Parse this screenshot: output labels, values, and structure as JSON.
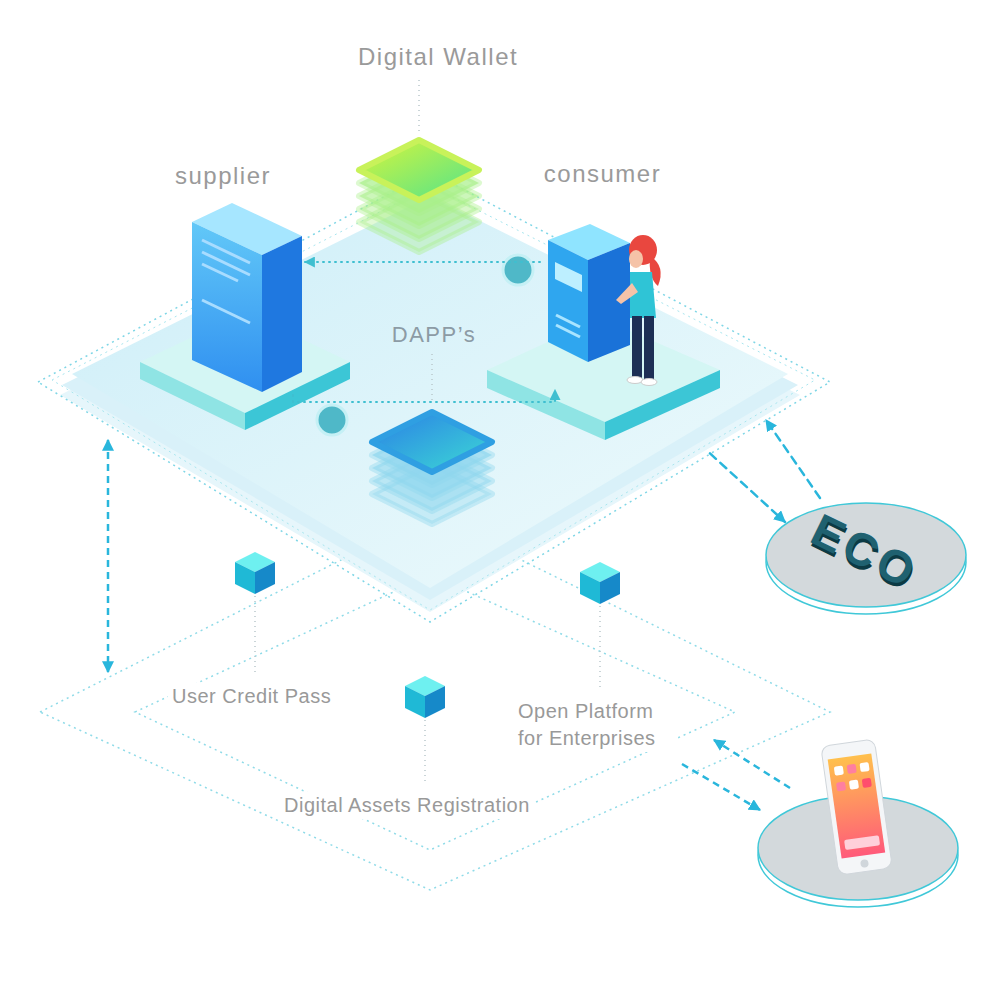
{
  "diagram": {
    "nodes": [
      {
        "text": [
          "DAPP’s"
        ]
      },
      {
        "text": [
          "Digital Wallet"
        ],
        "in": 0
      },
      {
        "text": [
          "supplier"
        ],
        "in": 0
      },
      {
        "text": [
          "consumer"
        ],
        "in": 0
      },
      {
        "text": [
          "ECO"
        ]
      }
    ],
    "edges": [
      {
        "from": 3,
        "to": 2,
        "arrow": "to"
      },
      {
        "from": 2,
        "to": 3,
        "arrow": "to"
      },
      {
        "from": 0,
        "to": 4,
        "arrow": "to"
      },
      {
        "from": 4,
        "to": 0,
        "arrow": "to"
      }
    ],
    "labels": [
      "User Credit Pass",
      "Open Platform for Enterprises",
      "Digital Assets Registration"
    ]
  }
}
